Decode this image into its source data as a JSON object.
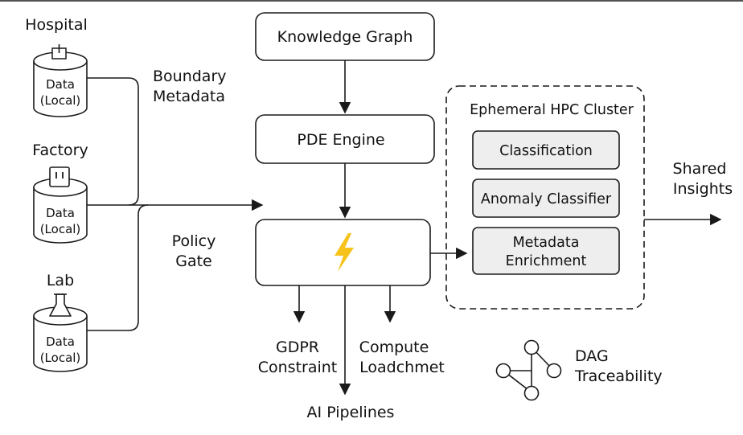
{
  "sources": [
    {
      "label": "Hospital",
      "icon": "plug-icon",
      "data_line1": "Data",
      "data_line2": "(Local)"
    },
    {
      "label": "Factory",
      "icon": "socket-icon",
      "data_line1": "Data",
      "data_line2": "(Local)"
    },
    {
      "label": "Lab",
      "icon": "flask-icon",
      "data_line1": "Data",
      "data_line2": "(Local)"
    }
  ],
  "labels": {
    "boundary_line1": "Boundary",
    "boundary_line2": "Metadata",
    "policy_line1": "Policy",
    "policy_line2": "Gate",
    "shared_line1": "Shared",
    "shared_line2": "Insights",
    "gdpr_line1": "GDPR",
    "gdpr_line2": "Constraint",
    "compute_line1": "Compute",
    "compute_line2": "Loadchmet",
    "ai_pipelines": "AI Pipelines",
    "dag_line1": "DAG",
    "dag_line2": "Traceability"
  },
  "center": {
    "knowledge_graph": "Knowledge Graph",
    "pde_engine": "PDE Engine",
    "gate_icon": "lightning-bolt-icon"
  },
  "cluster": {
    "title": "Ephemeral HPC Cluster",
    "items": [
      "Classification",
      "Anomaly Classifier",
      "Metadata",
      "Enrichment"
    ]
  },
  "colors": {
    "bolt": "#F6C21B",
    "inner_fill": "#eeeeee",
    "stroke": "#1a1a1a"
  }
}
